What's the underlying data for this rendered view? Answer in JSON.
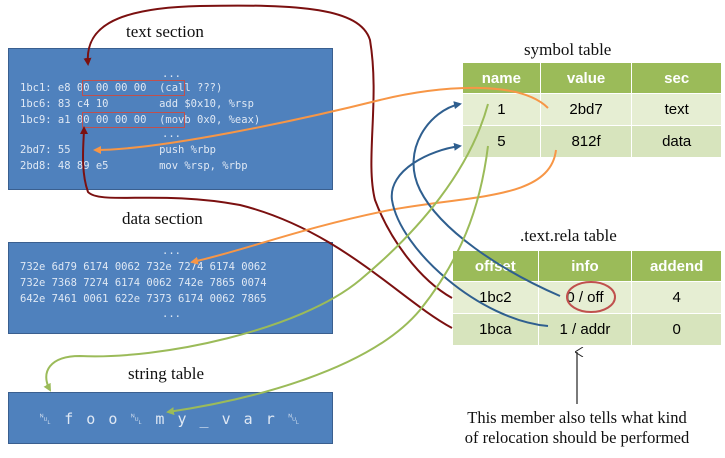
{
  "titles": {
    "text_section": "text section",
    "symbol_table": "symbol table",
    "data_section": "data section",
    "rela_table": ".text.rela table",
    "string_table": "string table"
  },
  "text_section": {
    "dots_top": "...",
    "lines": [
      "1bc1: e8 00 00 00 00  (call ???)",
      "1bc6: 83 c4 10        add $0x10, %rsp",
      "1bc9: a1 00 00 00 00  (movb 0x0, %eax)"
    ],
    "dots_mid": "...",
    "lines2": [
      "2bd7: 55              push %rbp",
      "2bd8: 48 89 e5        mov %rsp, %rbp"
    ]
  },
  "data_section": {
    "dots_top": "...",
    "lines": [
      "732e 6d79 6174 0062 732e 7274 6174 0062",
      "732e 7368 7274 6174 0062 742e 7865 0074",
      "642e 7461 0061 622e 7373 6174 0062 7865"
    ],
    "dots_bottom": "..."
  },
  "string_table": {
    "content": "␀ f o o ␀ m y _ v a r ␀"
  },
  "symbol_table": {
    "headers": [
      "name",
      "value",
      "sec"
    ],
    "rows": [
      [
        "1",
        "2bd7",
        "text"
      ],
      [
        "5",
        "812f",
        "data"
      ]
    ]
  },
  "rela_table": {
    "headers": [
      "offset",
      "info",
      "addend"
    ],
    "rows": [
      [
        "1bc2",
        "0 / off",
        "4"
      ],
      [
        "1bca",
        "1 / addr",
        "0"
      ]
    ]
  },
  "note": {
    "line1": "This member also tells what kind",
    "line2": "of relocation should be performed"
  },
  "colors": {
    "section_fill": "#4f81bd",
    "table_header": "#9bbb59",
    "table_row_light": "#e6eed3",
    "table_row_dark": "#d7e4bd",
    "arrow_darkred": "#7b1010",
    "arrow_orange": "#f79646",
    "arrow_blue": "#2f5f8f",
    "arrow_green": "#9bbb59",
    "highlight_red": "#c0504d"
  }
}
